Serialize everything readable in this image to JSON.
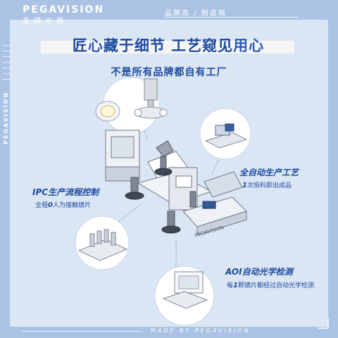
{
  "brand": {
    "name_en": "PEGAVISION",
    "name_cn": "晶碩光學"
  },
  "slogan": "品牌商 / 制造商",
  "headline": {
    "part1": "匠",
    "part2": "心",
    "part3": "藏于细节  工艺窥见",
    "part4": "用心"
  },
  "subheadline": "不是所有品牌都自有工厂",
  "side_text": "PEGAVISION",
  "features": [
    {
      "title": "全自动生产工艺",
      "desc_num": "1",
      "desc": "次投料即出成品"
    },
    {
      "title": "IPC生产流程控制",
      "desc_pre": "全程",
      "desc_num": "0",
      "desc": "人为接触镜片"
    },
    {
      "title": "AOI自动光学检测",
      "desc_pre": "每",
      "desc_num": "1",
      "desc": "颗镜片都经过自动光学检测"
    }
  ],
  "machine_label": "PEGAVISION",
  "footer": "MADE BY PEGAVISION",
  "colors": {
    "background": "#aac2e4",
    "card": "#dbe6f4",
    "accent": "#1d4aa0",
    "highlight": "#f5f5f5"
  }
}
